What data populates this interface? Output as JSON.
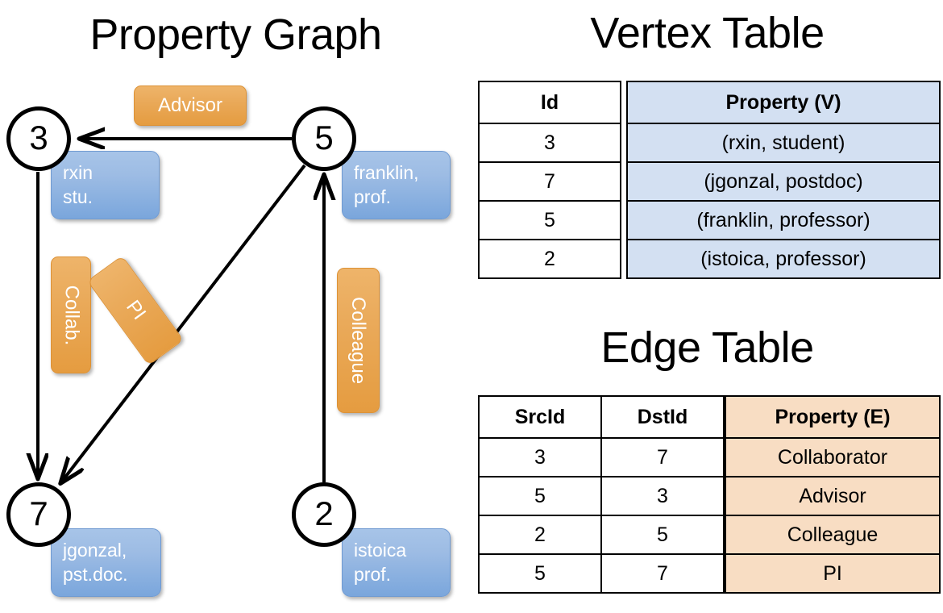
{
  "titles": {
    "property_graph": "Property Graph",
    "vertex_table": "Vertex Table",
    "edge_table": "Edge Table"
  },
  "colors": {
    "vertex_property_fill": "#d3e0f2",
    "edge_property_fill": "#f8ddc3",
    "vertex_box_blue": "#7aa6dc",
    "edge_label_orange": "#e9a857",
    "stroke": "#000000",
    "background": "#ffffff"
  },
  "graph": {
    "nodes": [
      {
        "id": "3",
        "label": "3",
        "property_line1": "rxin",
        "property_line2": "stu."
      },
      {
        "id": "5",
        "label": "5",
        "property_line1": "franklin,",
        "property_line2": "prof."
      },
      {
        "id": "7",
        "label": "7",
        "property_line1": "jgonzal,",
        "property_line2": "pst.doc."
      },
      {
        "id": "2",
        "label": "2",
        "property_line1": "istoica",
        "property_line2": "prof."
      }
    ],
    "edge_labels": [
      {
        "name": "advisor",
        "text": "Advisor",
        "from": "5",
        "to": "3"
      },
      {
        "name": "collab",
        "text": "Collab.",
        "from": "3",
        "to": "7"
      },
      {
        "name": "pi",
        "text": "PI",
        "from": "5",
        "to": "7"
      },
      {
        "name": "colleague",
        "text": "Colleague",
        "from": "2",
        "to": "5"
      }
    ]
  },
  "vertex_table": {
    "headers": {
      "id": "Id",
      "property": "Property (V)"
    },
    "rows": [
      {
        "id": "3",
        "property": "(rxin, student)"
      },
      {
        "id": "7",
        "property": "(jgonzal, postdoc)"
      },
      {
        "id": "5",
        "property": "(franklin, professor)"
      },
      {
        "id": "2",
        "property": "(istoica, professor)"
      }
    ]
  },
  "edge_table": {
    "headers": {
      "src": "SrcId",
      "dst": "DstId",
      "property": "Property (E)"
    },
    "rows": [
      {
        "src": "3",
        "dst": "7",
        "property": "Collaborator"
      },
      {
        "src": "5",
        "dst": "3",
        "property": "Advisor"
      },
      {
        "src": "2",
        "dst": "5",
        "property": "Colleague"
      },
      {
        "src": "5",
        "dst": "7",
        "property": "PI"
      }
    ]
  }
}
